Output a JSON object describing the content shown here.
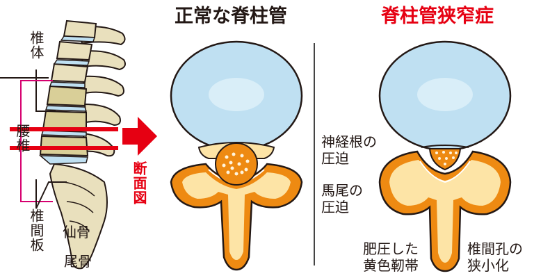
{
  "colors": {
    "accent_red": "#e60012",
    "magenta": "#d6006f",
    "disc_blue": "#bfe0f2",
    "bone": "#e9e0bd",
    "vertebra_tan": "#d9cf98",
    "canal_orange": "#ee8a12",
    "lamina_yellow": "#fde4a6",
    "text_dark": "#231815"
  },
  "titles": {
    "normal": "正常な脊柱管",
    "stenosis": "脊柱管狭窄症"
  },
  "side_view": {
    "vertebral_body": "椎体",
    "lumbar_vertebrae": "腰椎",
    "intervertebral_disc": "椎間板",
    "sacrum": "仙骨",
    "coccyx": "尾骨",
    "cross_section": "断面図"
  },
  "stenosis_labels": {
    "nerve_root_compression": [
      "神経根の",
      "圧迫"
    ],
    "cauda_equina_compression": [
      "馬尾の",
      "圧迫"
    ],
    "hypertrophic_ligamentum_flavum": [
      "肥圧した",
      "黄色靭帯"
    ],
    "foramen_narrowing": [
      "椎間孔の",
      "狭小化"
    ]
  }
}
